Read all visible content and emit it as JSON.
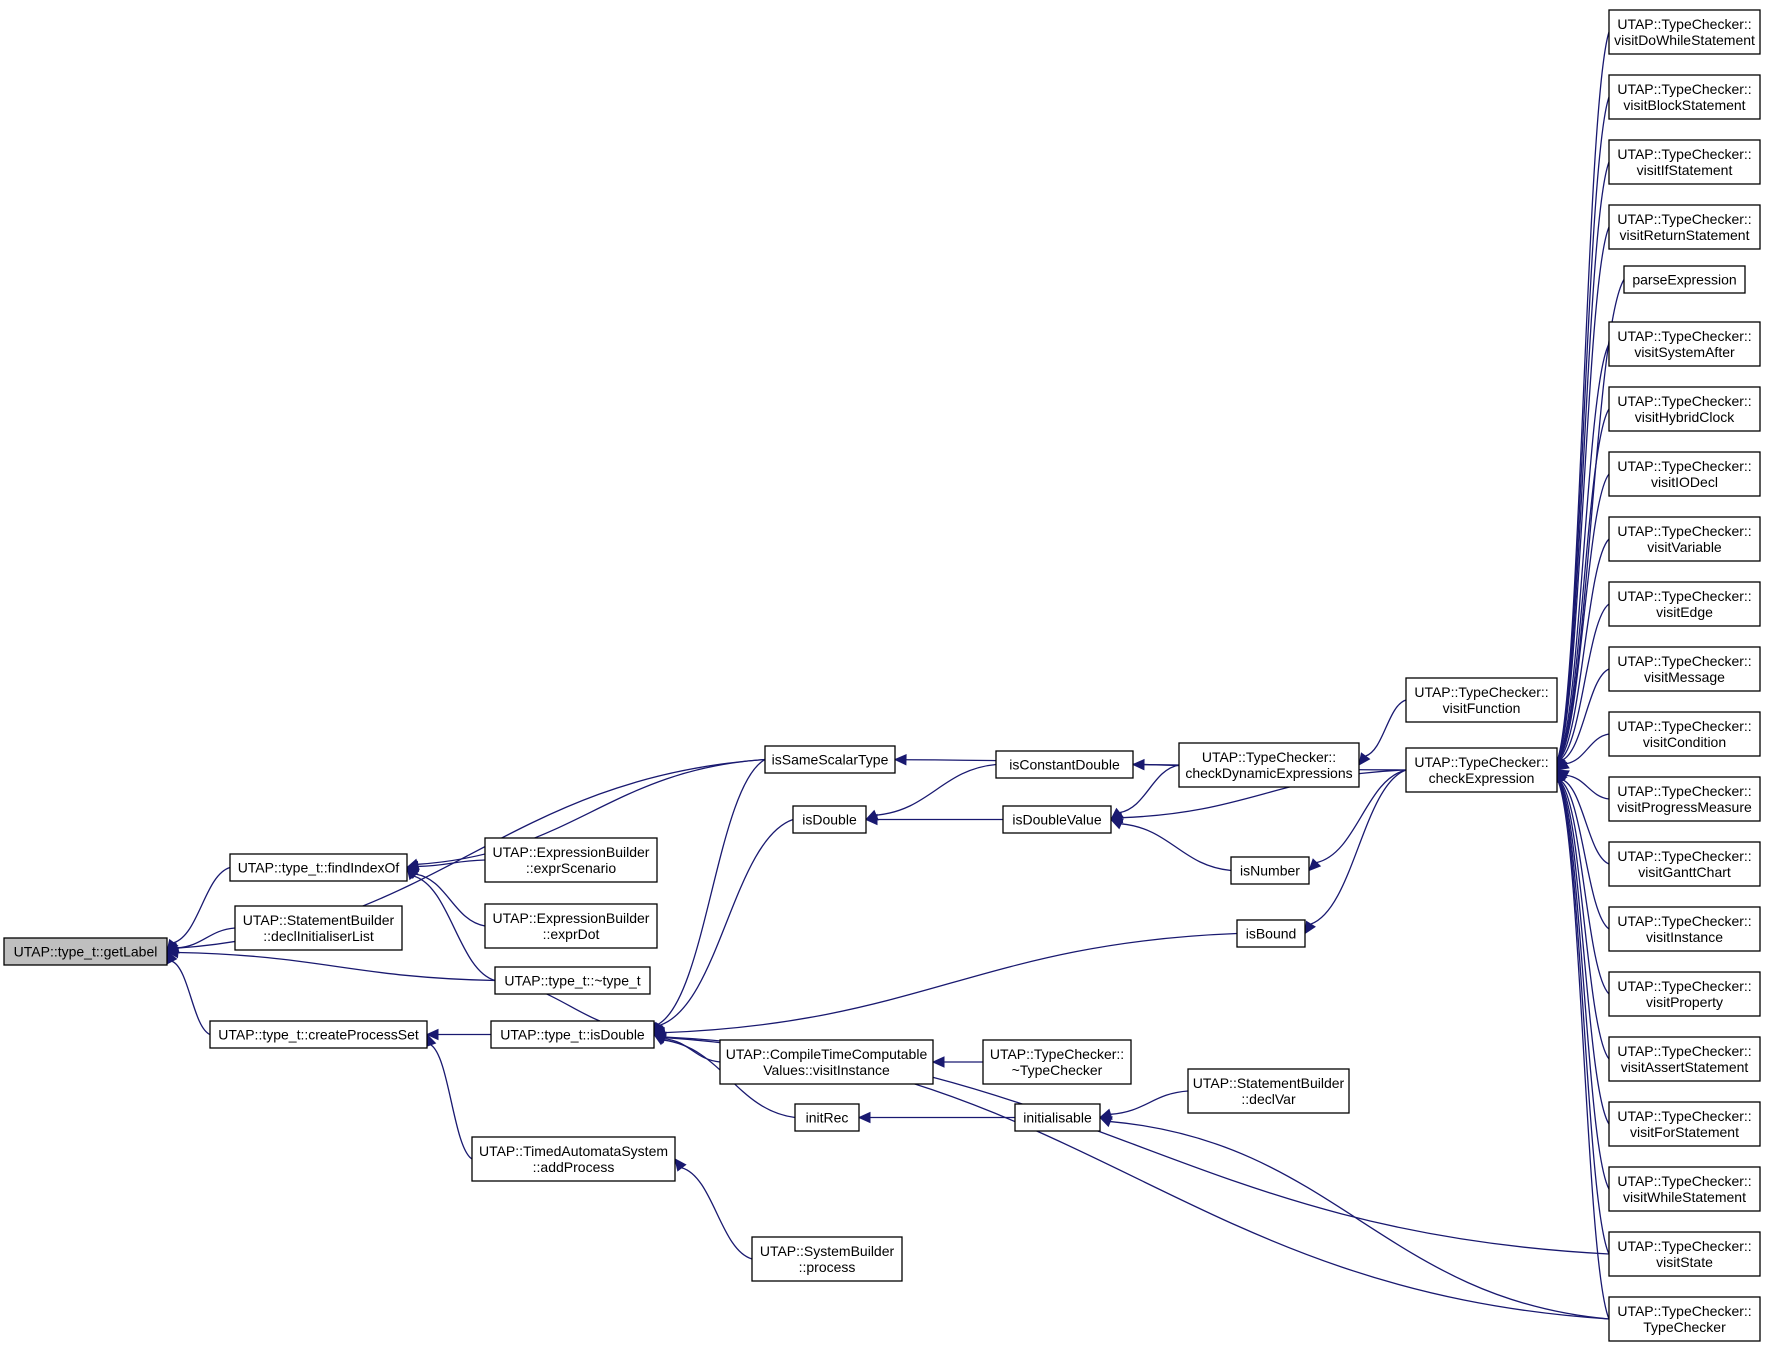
{
  "nodes": {
    "getLabel": [
      "UTAP::type_t::getLabel"
    ],
    "findIndexOf": [
      "UTAP::type_t::findIndexOf"
    ],
    "declInitialiserList": [
      "UTAP::StatementBuilder",
      "::declInitialiserList"
    ],
    "createProcessSet": [
      "UTAP::type_t::createProcessSet"
    ],
    "isSameScalarType": [
      "isSameScalarType"
    ],
    "exprScenario": [
      "UTAP::ExpressionBuilder",
      "::exprScenario"
    ],
    "exprDot": [
      "UTAP::ExpressionBuilder",
      "::exprDot"
    ],
    "destructor": [
      "UTAP::type_t::~type_t"
    ],
    "isDouble_t": [
      "UTAP::type_t::isDouble"
    ],
    "addProcess": [
      "UTAP::TimedAutomataSystem",
      "::addProcess"
    ],
    "sbProcess": [
      "UTAP::SystemBuilder",
      "::process"
    ],
    "isDouble": [
      "isDouble"
    ],
    "ctcVisitInstance": [
      "UTAP::CompileTimeComputable",
      "Values::visitInstance"
    ],
    "initRec": [
      "initRec"
    ],
    "isConstantDouble": [
      "isConstantDouble"
    ],
    "isDoubleValue": [
      "isDoubleValue"
    ],
    "tcDestructor": [
      "UTAP::TypeChecker::",
      "~TypeChecker"
    ],
    "initialisable": [
      "initialisable"
    ],
    "checkDynamicExpressions": [
      "UTAP::TypeChecker::",
      "checkDynamicExpressions"
    ],
    "isNumber": [
      "isNumber"
    ],
    "isBound": [
      "isBound"
    ],
    "declVar": [
      "UTAP::StatementBuilder",
      "::declVar"
    ],
    "visitFunction": [
      "UTAP::TypeChecker::",
      "visitFunction"
    ],
    "checkExpression": [
      "UTAP::TypeChecker::",
      "checkExpression"
    ],
    "visitDoWhileStatement": [
      "UTAP::TypeChecker::",
      "visitDoWhileStatement"
    ],
    "visitBlockStatement": [
      "UTAP::TypeChecker::",
      "visitBlockStatement"
    ],
    "visitIfStatement": [
      "UTAP::TypeChecker::",
      "visitIfStatement"
    ],
    "visitReturnStatement": [
      "UTAP::TypeChecker::",
      "visitReturnStatement"
    ],
    "parseExpression": [
      "parseExpression"
    ],
    "visitSystemAfter": [
      "UTAP::TypeChecker::",
      "visitSystemAfter"
    ],
    "visitHybridClock": [
      "UTAP::TypeChecker::",
      "visitHybridClock"
    ],
    "visitIODecl": [
      "UTAP::TypeChecker::",
      "visitIODecl"
    ],
    "visitVariable": [
      "UTAP::TypeChecker::",
      "visitVariable"
    ],
    "visitEdge": [
      "UTAP::TypeChecker::",
      "visitEdge"
    ],
    "visitMessage": [
      "UTAP::TypeChecker::",
      "visitMessage"
    ],
    "visitCondition": [
      "UTAP::TypeChecker::",
      "visitCondition"
    ],
    "visitProgressMeasure": [
      "UTAP::TypeChecker::",
      "visitProgressMeasure"
    ],
    "visitGanttChart": [
      "UTAP::TypeChecker::",
      "visitGanttChart"
    ],
    "visitInstance": [
      "UTAP::TypeChecker::",
      "visitInstance"
    ],
    "visitProperty": [
      "UTAP::TypeChecker::",
      "visitProperty"
    ],
    "visitAssertStatement": [
      "UTAP::TypeChecker::",
      "visitAssertStatement"
    ],
    "visitForStatement": [
      "UTAP::TypeChecker::",
      "visitForStatement"
    ],
    "visitWhileStatement": [
      "UTAP::TypeChecker::",
      "visitWhileStatement"
    ],
    "visitState": [
      "UTAP::TypeChecker::",
      "visitState"
    ],
    "tcConstructor": [
      "UTAP::TypeChecker::",
      "TypeChecker"
    ]
  },
  "edges": [
    [
      "isSameScalarType",
      "getLabel"
    ],
    [
      "findIndexOf",
      "getLabel"
    ],
    [
      "declInitialiserList",
      "getLabel"
    ],
    [
      "destructor",
      "getLabel"
    ],
    [
      "createProcessSet",
      "getLabel"
    ],
    [
      "isSameScalarType",
      "findIndexOf"
    ],
    [
      "exprScenario",
      "findIndexOf"
    ],
    [
      "exprDot",
      "findIndexOf"
    ],
    [
      "destructor",
      "findIndexOf"
    ],
    [
      "isDouble_t",
      "createProcessSet"
    ],
    [
      "addProcess",
      "createProcessSet"
    ],
    [
      "sbProcess",
      "addProcess"
    ],
    [
      "isSameScalarType",
      "isDouble_t"
    ],
    [
      "isDouble",
      "isDouble_t"
    ],
    [
      "isBound",
      "isDouble_t"
    ],
    [
      "destructor",
      "isDouble_t"
    ],
    [
      "ctcVisitInstance",
      "isDouble_t"
    ],
    [
      "initRec",
      "isDouble_t"
    ],
    [
      "visitState",
      "isDouble_t"
    ],
    [
      "tcConstructor",
      "isDouble_t"
    ],
    [
      "checkExpression",
      "isSameScalarType"
    ],
    [
      "isConstantDouble",
      "isDouble"
    ],
    [
      "isDoubleValue",
      "isDouble"
    ],
    [
      "tcDestructor",
      "ctcVisitInstance"
    ],
    [
      "initialisable",
      "initRec"
    ],
    [
      "checkDynamicExpressions",
      "isConstantDouble"
    ],
    [
      "checkDynamicExpressions",
      "isDoubleValue"
    ],
    [
      "checkExpression",
      "isDoubleValue"
    ],
    [
      "isNumber",
      "isDoubleValue"
    ],
    [
      "declVar",
      "initialisable"
    ],
    [
      "tcConstructor",
      "initialisable"
    ],
    [
      "visitFunction",
      "checkDynamicExpressions"
    ],
    [
      "checkExpression",
      "isNumber"
    ],
    [
      "checkExpression",
      "isBound"
    ],
    [
      "visitDoWhileStatement",
      "checkExpression"
    ],
    [
      "visitBlockStatement",
      "checkExpression"
    ],
    [
      "visitIfStatement",
      "checkExpression"
    ],
    [
      "visitReturnStatement",
      "checkExpression"
    ],
    [
      "parseExpression",
      "checkExpression"
    ],
    [
      "visitSystemAfter",
      "checkExpression"
    ],
    [
      "visitHybridClock",
      "checkExpression"
    ],
    [
      "visitIODecl",
      "checkExpression"
    ],
    [
      "visitVariable",
      "checkExpression"
    ],
    [
      "visitEdge",
      "checkExpression"
    ],
    [
      "visitMessage",
      "checkExpression"
    ],
    [
      "visitCondition",
      "checkExpression"
    ],
    [
      "visitProgressMeasure",
      "checkExpression"
    ],
    [
      "visitGanttChart",
      "checkExpression"
    ],
    [
      "visitInstance",
      "checkExpression"
    ],
    [
      "visitProperty",
      "checkExpression"
    ],
    [
      "visitAssertStatement",
      "checkExpression"
    ],
    [
      "visitForStatement",
      "checkExpression"
    ],
    [
      "visitWhileStatement",
      "checkExpression"
    ],
    [
      "visitState",
      "checkExpression"
    ],
    [
      "tcConstructor",
      "checkExpression"
    ]
  ],
  "colors": {
    "edge": "#191970",
    "node_border": "#000000",
    "node_fill": "#ffffff",
    "root_fill": "#bfbfbf"
  }
}
